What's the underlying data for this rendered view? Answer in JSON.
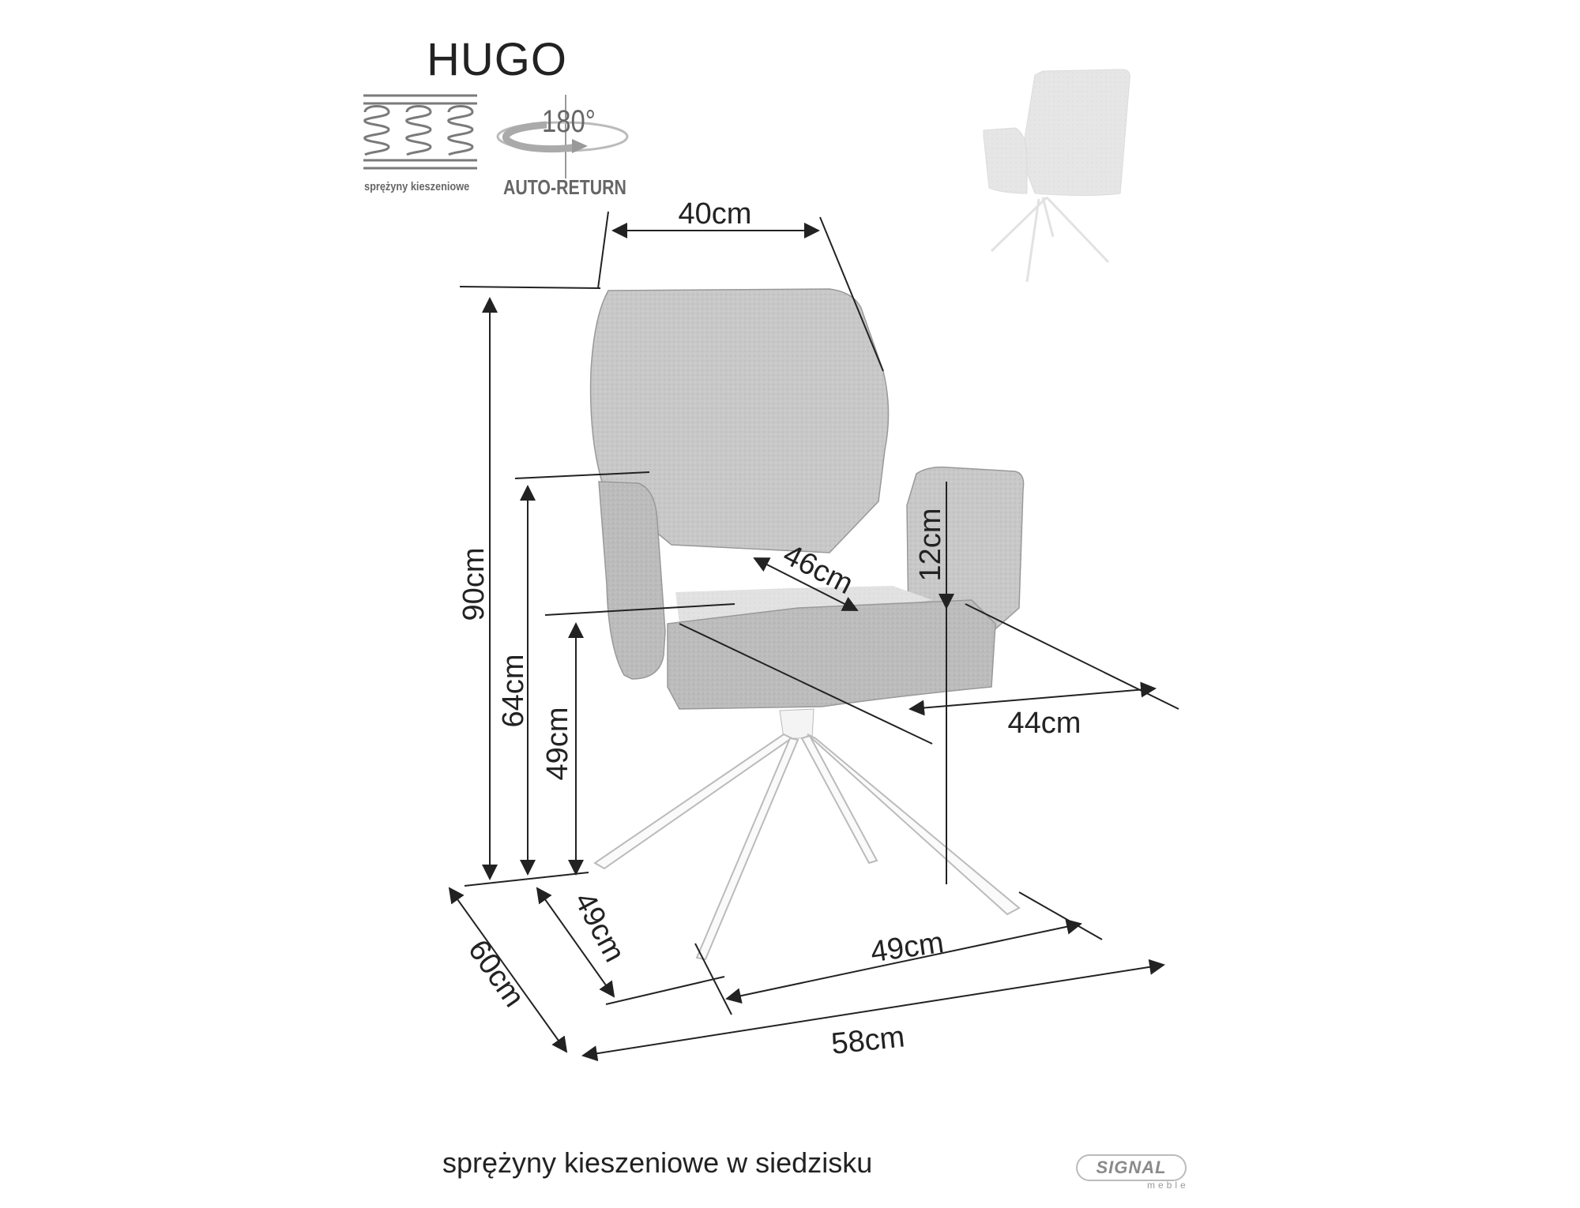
{
  "product": {
    "name": "HUGO"
  },
  "features": {
    "springs": {
      "icon": "pocket-springs-icon",
      "label": "sprężyny kieszeniowe"
    },
    "swivel": {
      "icon": "rotation-180-icon",
      "degrees": "180°",
      "label": "AUTO-RETURN"
    }
  },
  "dimensions": {
    "backrest_width": "40cm",
    "total_height": "90cm",
    "armrest_height": "64cm",
    "seat_height": "49cm",
    "armrest_above_seat": "12cm",
    "seat_depth": "46cm",
    "seat_width": "44cm",
    "total_depth": "60cm",
    "base_depth": "49cm",
    "base_width": "49cm",
    "total_width": "58cm"
  },
  "footer": {
    "note": "sprężyny kieszeniowe w siedzisku"
  },
  "brand": {
    "name": "SIGNAL",
    "sub": "meble"
  },
  "colors": {
    "fabric": "#c9c9c9",
    "fabric_dark": "#b5b5b5",
    "line": "#222222",
    "icon_gray": "#7a7a7a"
  }
}
